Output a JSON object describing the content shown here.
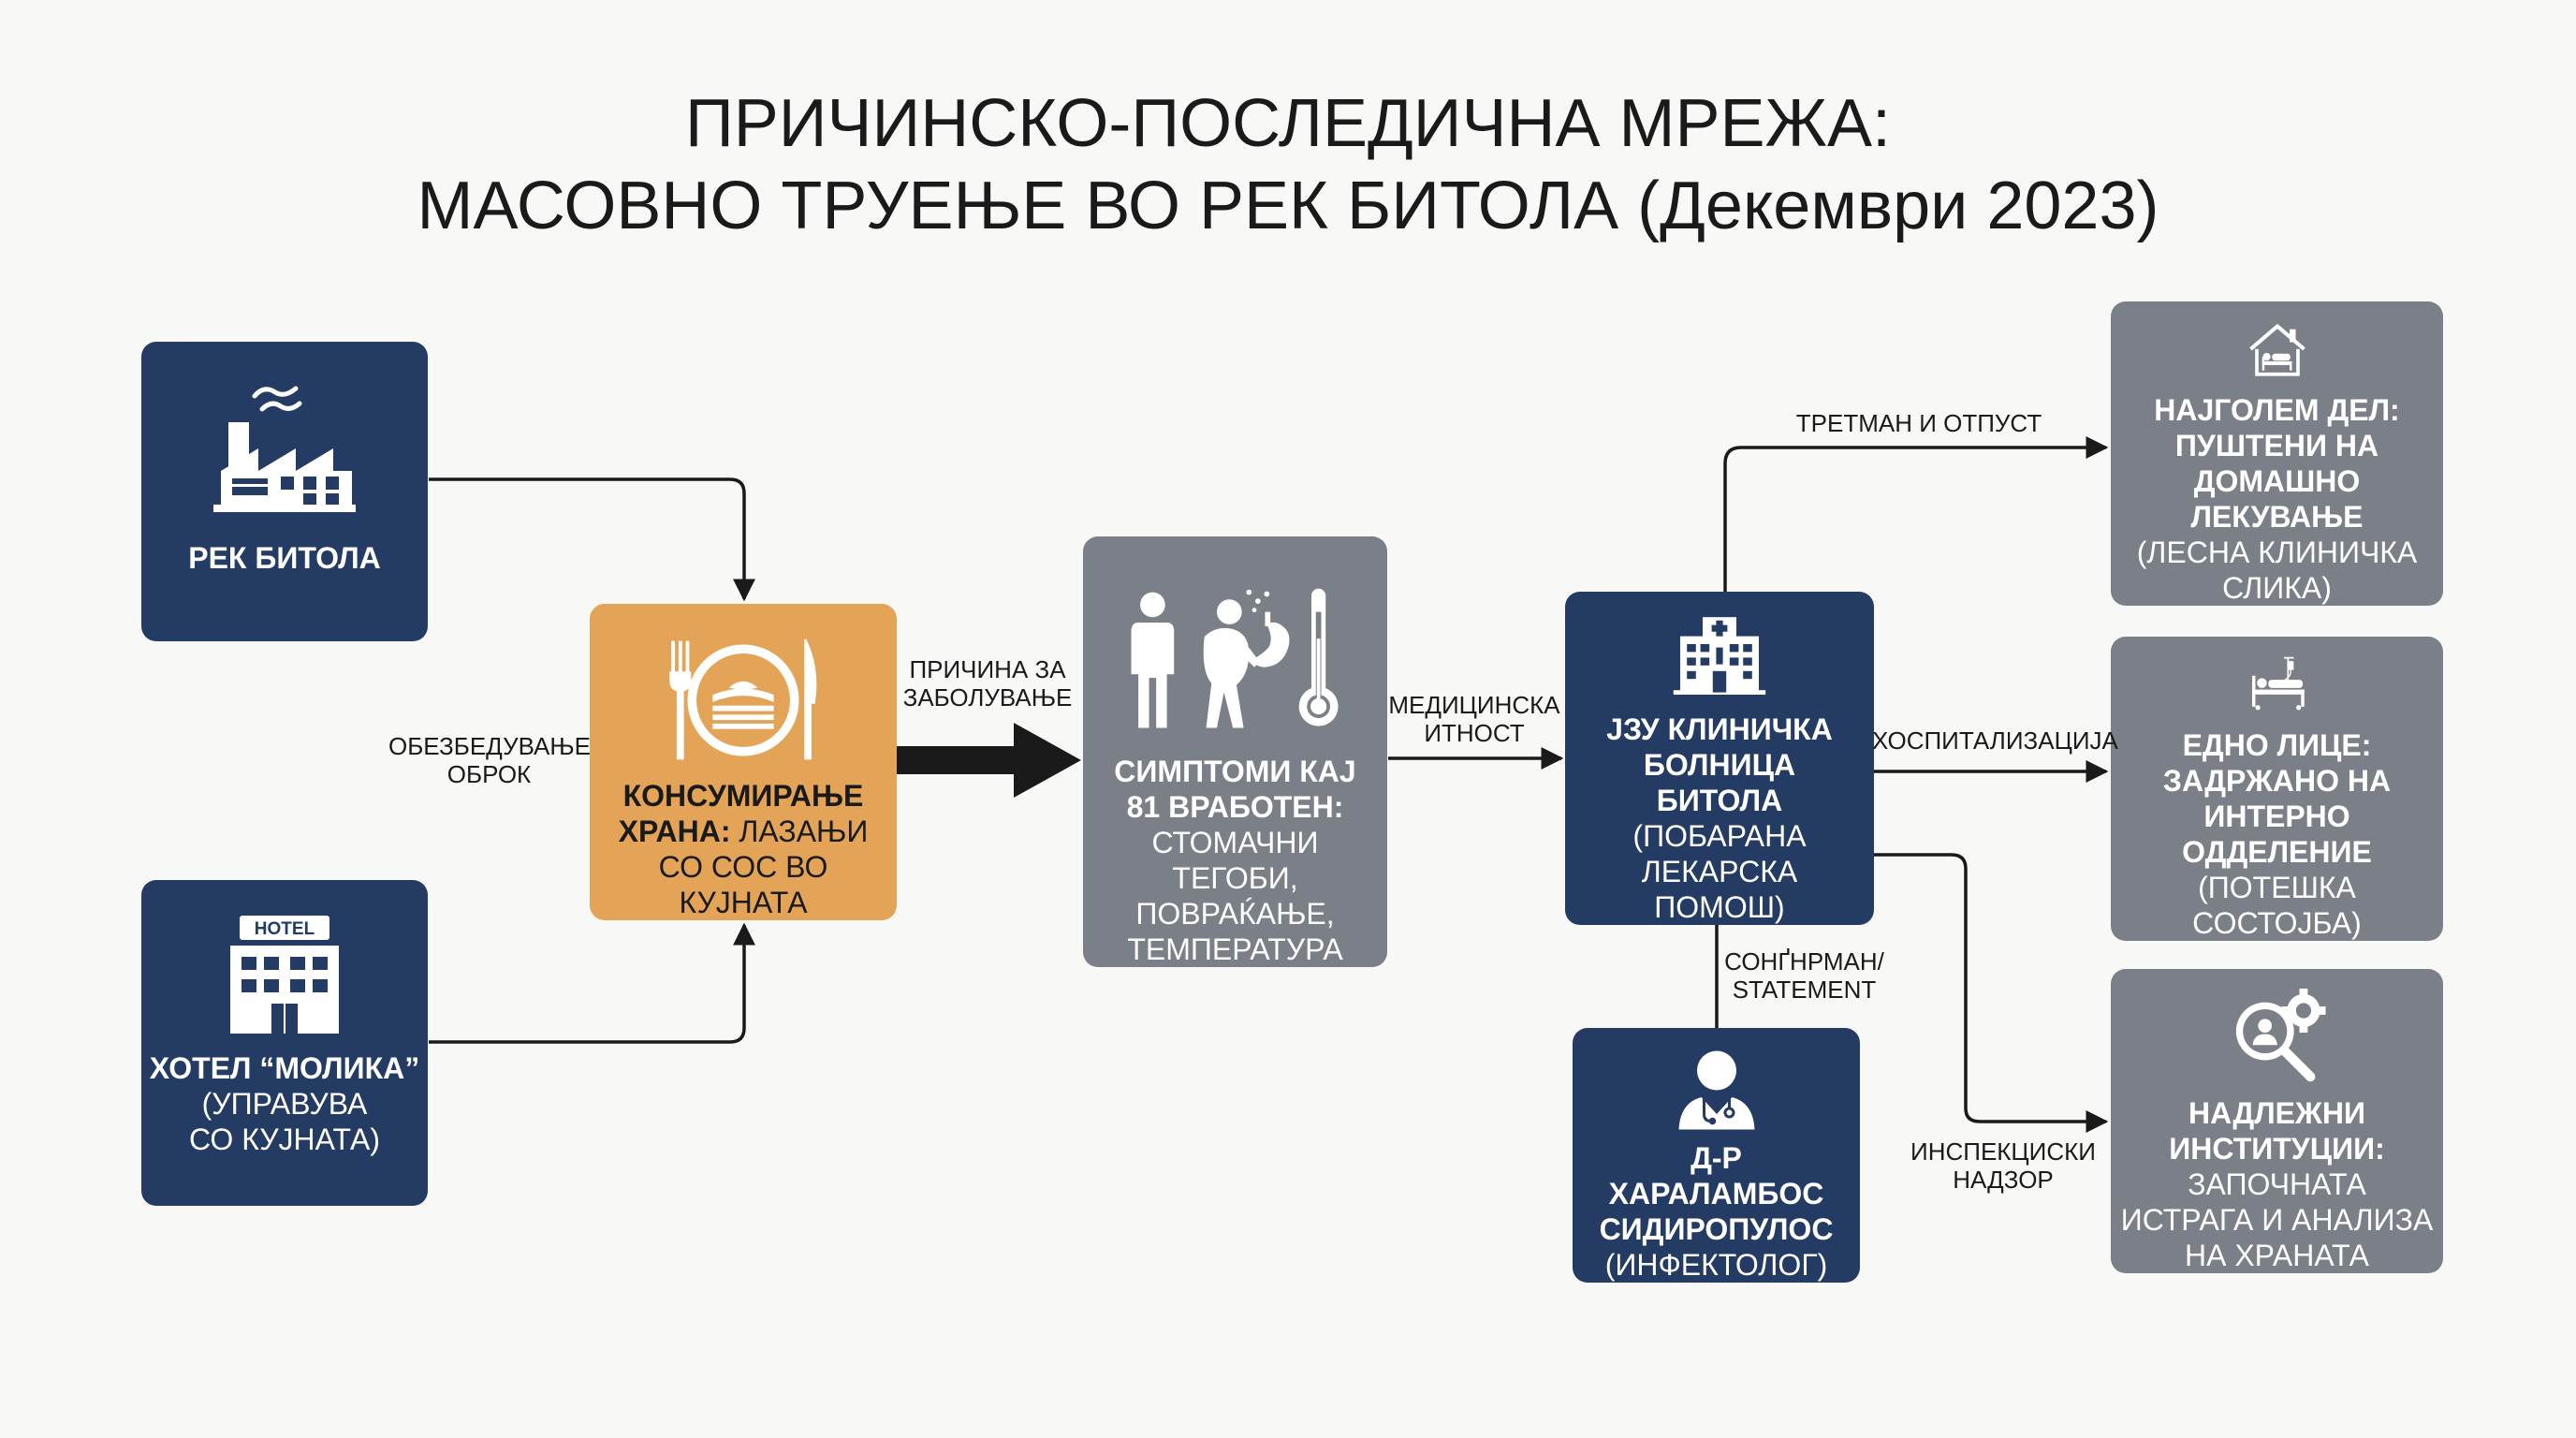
{
  "title": {
    "line1": "ПРИЧИНСКО-ПОСЛЕДИЧНА МРЕЖА:",
    "line2": "МАСОВНО ТРУЕЊЕ ВО РЕК БИТОЛА (Декември 2023)"
  },
  "nodes": {
    "rek": {
      "bold": "РЕК БИТОЛА",
      "icon": "factory-icon"
    },
    "hotel": {
      "bold": "ХОТЕЛ “МОЛИКА”",
      "light": "(УПРАВУВА СО КУЈНАТА)",
      "icon": "hotel-icon",
      "sign": "HOTEL"
    },
    "food": {
      "bold": "КОНСУМИРАЊЕ ХРАНА:",
      "light": "ЛАЗАЊИ СО СОС ВО КУЈНАТА",
      "icon": "plate-cutlery-icon"
    },
    "symptoms": {
      "bold": "СИМПТОМИ КАЈ 81 ВРАБОТЕН:",
      "light": "СТОМАЧНИ ТЕГОБИ, ПОВРАЌАЊЕ, ТЕМПЕРАТУРА",
      "icon": "sick-person-icon"
    },
    "hospital": {
      "bold": "ЈЗУ КЛИНИЧКА БОЛНИЦА БИТОЛА",
      "light": "(ПОБАРАНА ЛЕКАРСКА ПОМОШ)",
      "icon": "hospital-icon"
    },
    "doctor": {
      "bold": "Д-Р ХАРАЛАМБОС СИДИРОПУЛОС",
      "light": "(ИНФЕКТОЛОГ)",
      "icon": "doctor-icon"
    },
    "home": {
      "bold": "НАЈГОЛЕМ ДЕЛ: ПУШТЕНИ НА ДОМАШНО ЛЕКУВАЊЕ",
      "light": "(ЛЕСНА КЛИНИЧКА СЛИКА)",
      "icon": "home-bed-icon"
    },
    "ward": {
      "bold": "ЕДНО ЛИЦЕ: ЗАДРЖАНО НА ИНТЕРНО ОДДЕЛЕНИЕ",
      "light": "(ПОТЕШКА СОСТОЈБА)",
      "icon": "hospital-bed-icon"
    },
    "institutions": {
      "bold": "НАДЛЕЖНИ ИНСТИТУЦИИ:",
      "light": "ЗАПОЧНАТА ИСТРАГА И АНАЛИЗА НА ХРАНАТА",
      "icon": "investigation-gear-icon"
    }
  },
  "edges": {
    "meal": "ОБЕЗБЕДУВАЊЕ ОБРОК",
    "cause": "ПРИЧИНА ЗА ЗАБОЛУВАЊЕ",
    "urgency": "МЕДИЦИНСКА ИТНОСТ",
    "treatment": "ТРЕТМАН И ОТПУСТ",
    "hospitalization": "ХОСПИТАЛИЗАЦИЈА",
    "statement": "СОНҐНРМАН/ STATEMENT",
    "inspection": "ИНСПЕКЦИСКИ НАДЗОР"
  },
  "colors": {
    "navy": "#243b64",
    "gray": "#7b7f88",
    "orange": "#e3a458",
    "line": "#1a1a1a",
    "background": "#f8f8f6"
  }
}
